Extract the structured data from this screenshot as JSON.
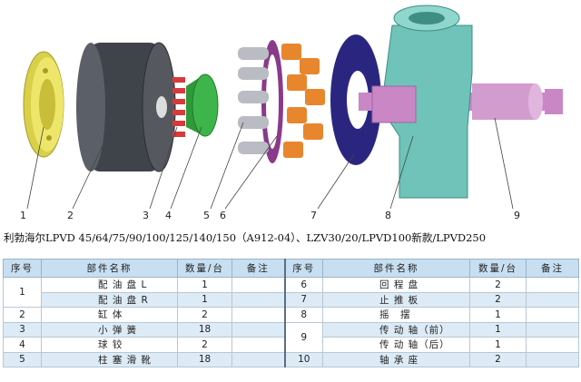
{
  "diagram": {
    "callouts": [
      "1",
      "2",
      "3",
      "4",
      "5",
      "6",
      "7",
      "8",
      "9"
    ],
    "colors": {
      "valve_plate": "#e8e05a",
      "cylinder": "#4a4e56",
      "springs": "#d83a3a",
      "ball_guide": "#3db54a",
      "pistons": "#b9bcc2",
      "retainer": "#8a3a8a",
      "shoes": "#e8862e",
      "swash_plate": "#2a2680",
      "shaft": "#c987c6",
      "casing": "#6fc3b8"
    }
  },
  "caption": "利勃海尔LPVD 45/64/75/90/100/125/140/150（A912-04）、LZV30/20/LPVD100新款/LPVD250",
  "table": {
    "headers": [
      "序号",
      "部件名称",
      "数量/台",
      "备注",
      "序号",
      "部件名称",
      "数量/台",
      "备注"
    ],
    "rows": [
      {
        "l_no": "1",
        "l_name": "配 油 盘 L",
        "l_qty": "1",
        "l_note": "",
        "r_no": "6",
        "r_name": "回 程 盘",
        "r_qty": "2",
        "r_note": ""
      },
      {
        "l_no": "",
        "l_name": "配 油 盘 R",
        "l_qty": "1",
        "l_note": "",
        "r_no": "7",
        "r_name": "止 推 板",
        "r_qty": "2",
        "r_note": ""
      },
      {
        "l_no": "2",
        "l_name": "缸 体",
        "l_qty": "2",
        "l_note": "",
        "r_no": "8",
        "r_name": "摇　摆",
        "r_qty": "1",
        "r_note": ""
      },
      {
        "l_no": "3",
        "l_name": "小 弹 簧",
        "l_qty": "18",
        "l_note": "",
        "r_no": "9",
        "r_name": "传 动 轴（前）",
        "r_qty": "1",
        "r_note": ""
      },
      {
        "l_no": "4",
        "l_name": "球 铰",
        "l_qty": "2",
        "l_note": "",
        "r_no": "",
        "r_name": "传 动 轴（后）",
        "r_qty": "1",
        "r_note": ""
      },
      {
        "l_no": "5",
        "l_name": "柱 塞 滑 靴",
        "l_qty": "18",
        "l_note": "",
        "r_no": "10",
        "r_name": "轴 承 座",
        "r_qty": "2",
        "r_note": ""
      }
    ]
  }
}
